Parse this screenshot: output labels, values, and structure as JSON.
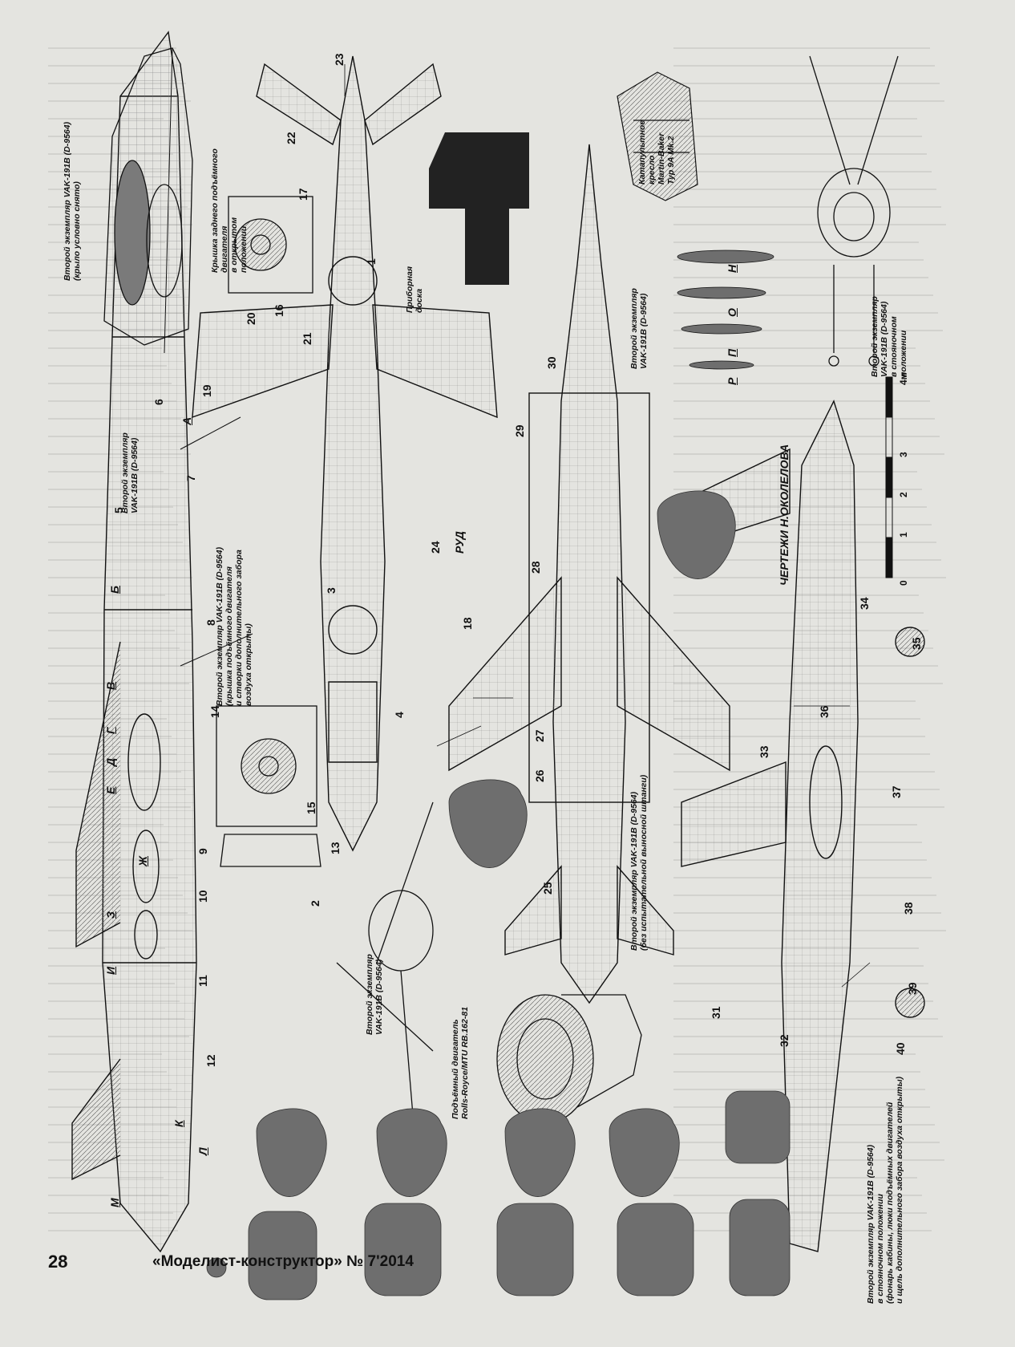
{
  "footer": {
    "page_number": "28",
    "magazine": "«Моделист-конструктор» № 7'2014"
  },
  "author": "ЧЕРТЕЖИ Н.ОКОЛЕЛОВА",
  "scale": {
    "ticks": [
      "0",
      "1",
      "2",
      "3",
      "4м"
    ]
  },
  "captions": {
    "left_top": [
      "Второй экземпляр VAK-191B (D-9564)",
      "(крыло условно снято)"
    ],
    "rear_lift_cover": [
      "Крышка заднего подъёмного",
      "двигателя",
      "в открытом",
      "положении"
    ],
    "left_second": [
      "Второй экземпляр",
      "VAK-191B (D-9564)"
    ],
    "left_third": [
      "Второй экземпляр VAK-191B (D-9564)",
      "(крышка подъёмного двигателя",
      "и створки дополнительного забора",
      "воздуха открыты)"
    ],
    "instrument_panel": [
      "Приборная",
      "доска"
    ],
    "ejection_seat": [
      "Катапультное",
      "кресло",
      "Martin-Baker",
      "Typ 9A Mk.2"
    ],
    "top_center": [
      "Второй экземпляр",
      "VAK-191B (D-9564)"
    ],
    "front_parked": [
      "Второй экземпляр",
      "VAK-191B (D-9564)",
      "в стояночном",
      "положении"
    ],
    "throttle": [
      "РУД"
    ],
    "center_bottom": [
      "Второй экземпляр VAK-191B (D-9564)",
      "(без испытательной выносной штанги)"
    ],
    "front_second": [
      "Второй экземпляр",
      "VAK-191B (D-9564)"
    ],
    "lift_engine": [
      "Подъёмный двигатель",
      "Rolls-Royce/MTU RB.162-81"
    ],
    "right_bottom": [
      "Второй экземпляр VAK-191B (D-9564)",
      "в стояночном положении",
      "(фонарь кабины, люки подъёмных двигателей",
      "и щель дополнительного забора воздуха открыты)"
    ]
  },
  "callouts": {
    "numbers": [
      "1",
      "2",
      "3",
      "4",
      "5",
      "6",
      "7",
      "8",
      "9",
      "10",
      "11",
      "12",
      "13",
      "14",
      "15",
      "16",
      "17",
      "18",
      "19",
      "20",
      "21",
      "22",
      "23",
      "24",
      "25",
      "26",
      "27",
      "28",
      "29",
      "30",
      "31",
      "32",
      "33",
      "34",
      "35",
      "36",
      "37",
      "38",
      "39",
      "40"
    ],
    "section_letters": [
      "А",
      "Б",
      "В",
      "Г",
      "Д",
      "Е",
      "Ж",
      "З",
      "И",
      "К",
      "Л",
      "М",
      "Н",
      "О",
      "П",
      "Р"
    ]
  },
  "colors": {
    "paper": "#e4e4e0",
    "ink": "#111111",
    "section_fill": "#6e6e6e",
    "panel_fill": "#222222"
  }
}
